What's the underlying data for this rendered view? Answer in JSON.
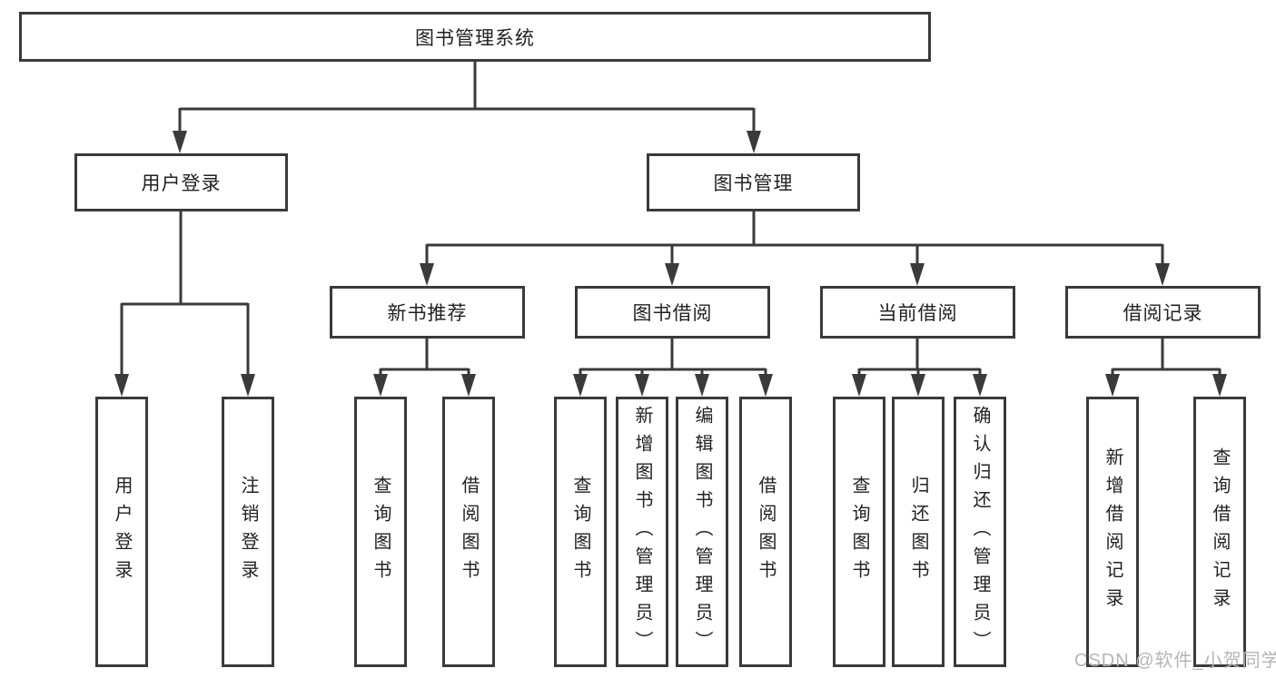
{
  "diagram": {
    "root": {
      "label": "图书管理系统"
    },
    "level2": [
      {
        "label": "用户登录",
        "children": [
          {
            "label": "用户登录"
          },
          {
            "label": "注销登录"
          }
        ]
      },
      {
        "label": "图书管理",
        "children": [
          {
            "label": "新书推荐",
            "children": [
              {
                "label": "查询图书"
              },
              {
                "label": "借阅图书"
              }
            ]
          },
          {
            "label": "图书借阅",
            "children": [
              {
                "label": "查询图书"
              },
              {
                "label": "新增图书（管理员）"
              },
              {
                "label": "编辑图书（管理员）"
              },
              {
                "label": "借阅图书"
              }
            ]
          },
          {
            "label": "当前借阅",
            "children": [
              {
                "label": "查询图书"
              },
              {
                "label": "归还图书"
              },
              {
                "label": "确认归还（管理员）"
              }
            ]
          },
          {
            "label": "借阅记录",
            "children": [
              {
                "label": "新增借阅记录"
              },
              {
                "label": "查询借阅记录"
              }
            ]
          }
        ]
      }
    ]
  },
  "watermark": {
    "text": "CSDN @软件_小贺同学"
  },
  "colors": {
    "line": "#3a3a3a",
    "text": "#222222",
    "watermark": "#b5b5b5",
    "background": "#ffffff"
  }
}
